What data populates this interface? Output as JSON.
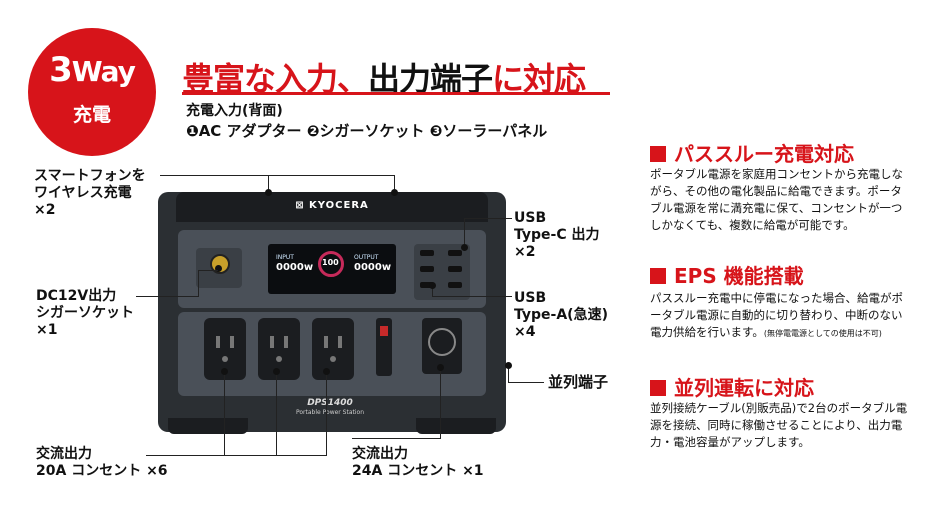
{
  "badge": {
    "line1": "3",
    "line1b": "Way",
    "line2": "充電"
  },
  "title": {
    "red1": "豊富な入力、",
    "black": "出力端子",
    "red2": "に対応"
  },
  "input": {
    "heading": "充電入力(背面)",
    "items": "❶AC アダプター ❷シガーソケット ❸ソーラーパネル"
  },
  "device": {
    "logo": "⊠ KYOCERA",
    "model": "DPS1400",
    "subtitle": "Portable Power Station",
    "lcd": {
      "input_label": "INPUT",
      "input_value": "0000w",
      "output_label": "OUTPUT",
      "output_value": "0000w",
      "pct": "100"
    }
  },
  "callouts": {
    "wireless": [
      "スマートフォンを",
      "ワイヤレス充電",
      "×2"
    ],
    "dc12v": [
      "DC12V出力",
      "シガーソケット",
      "×1"
    ],
    "usbc": [
      "USB",
      "Type-C 出力",
      "×2"
    ],
    "usba": [
      "USB",
      "Type-A(急速)",
      "×4"
    ],
    "parallel": "並列端子",
    "ac20": [
      "交流出力",
      "20A コンセント ×6"
    ],
    "ac24": [
      "交流出力",
      "24A コンセント ×1"
    ]
  },
  "sections": [
    {
      "title": "パススルー充電対応",
      "body": "ポータブル電源を家庭用コンセントから充電しながら、その他の電化製品に給電できます。ポータブル電源を常に満充電に保て、コンセントが一つしかなくても、複数に給電が可能です。"
    },
    {
      "title": "EPS 機能搭載",
      "body": "パススルー充電中に停電になった場合、給電がポータブル電源に自動的に切り替わり、中断のない電力供給を行います。",
      "note": "(無停電電源としての使用は不可)"
    },
    {
      "title": "並列運転に対応",
      "body": "並列接続ケーブル(別販売品)で2台のポータブル電源を接続、同時に稼働させることにより、出力電力・電池容量がアップします。"
    }
  ],
  "colors": {
    "accent": "#d7141a"
  }
}
